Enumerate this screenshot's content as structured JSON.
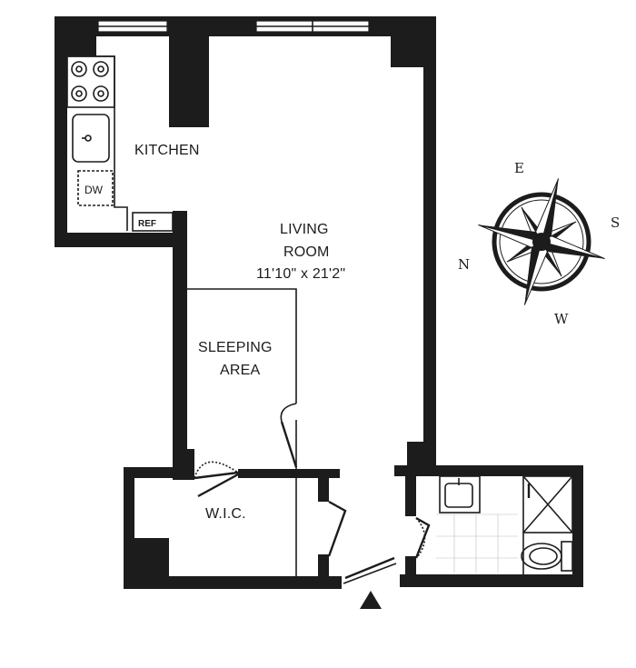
{
  "rooms": {
    "kitchen": "KITCHEN",
    "living_line1": "LIVING",
    "living_line2": "ROOM",
    "living_dims": "11'10\" x 21'2\"",
    "sleeping_line1": "SLEEPING",
    "sleeping_line2": "AREA",
    "wic": "W.I.C."
  },
  "fixtures": {
    "dishwasher": "DW",
    "refrigerator": "REF"
  },
  "compass": {
    "north": "N",
    "east": "E",
    "south": "S",
    "west": "W"
  },
  "icons": [
    "compass-rose-icon",
    "entrance-arrow-icon",
    "stove-icon",
    "sink-icon",
    "toilet-icon",
    "shower-icon"
  ]
}
